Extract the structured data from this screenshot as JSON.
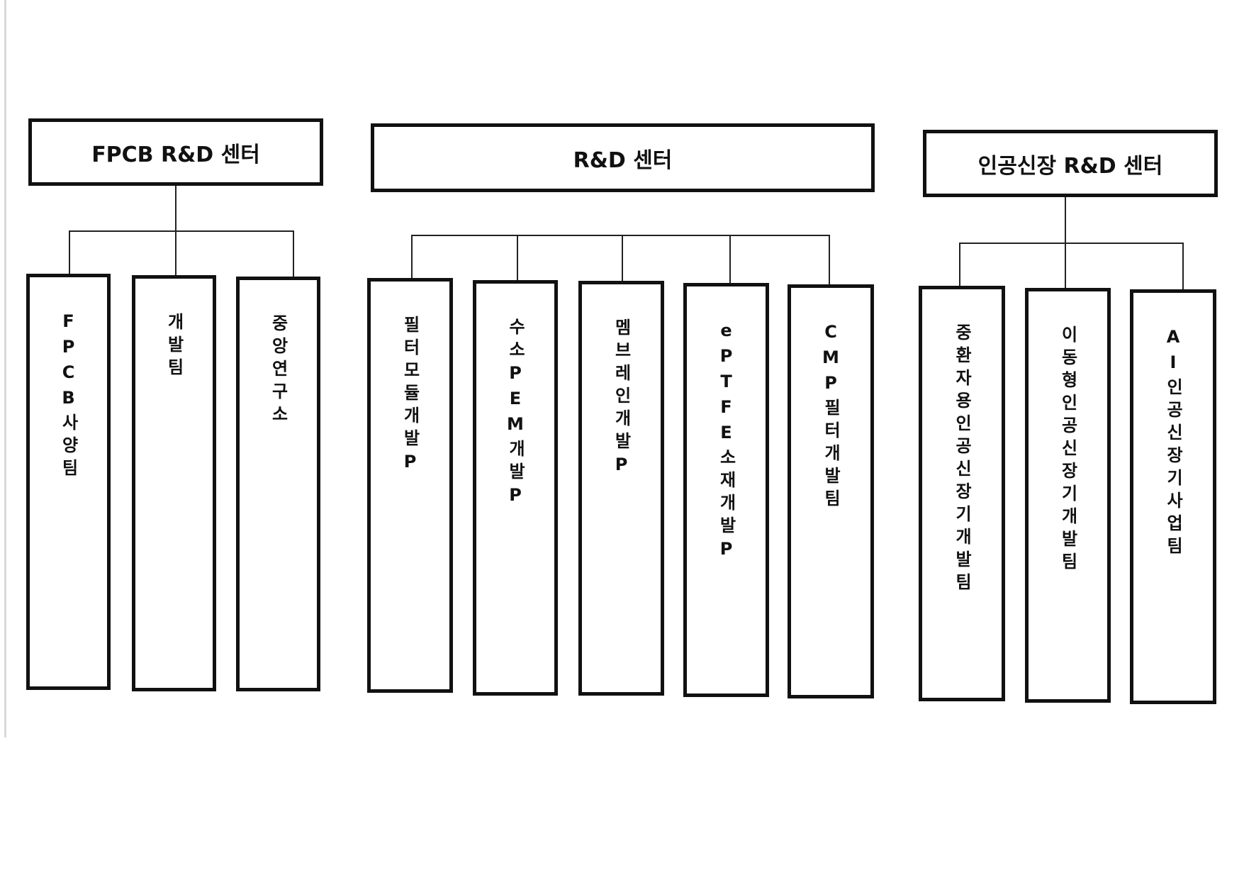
{
  "org_chart": {
    "centers": [
      {
        "title": "FPCB R&D 센터",
        "teams": [
          "FPCB사양팀",
          "개발팀",
          "중앙연구소"
        ]
      },
      {
        "title": "R&D 센터",
        "teams": [
          "필터모듈개발P",
          "수소PEM개발P",
          "멤브레인개발P",
          "ePTFE소재개발P",
          "CMP필터개발팀"
        ]
      },
      {
        "title": "인공신장 R&D 센터",
        "teams": [
          "중환자용인공신장기개발팀",
          "이동형인공신장기개발팀",
          "AI인공신장기사업팀"
        ]
      }
    ]
  },
  "colors": {
    "line": "#111111",
    "background": "#ffffff"
  }
}
